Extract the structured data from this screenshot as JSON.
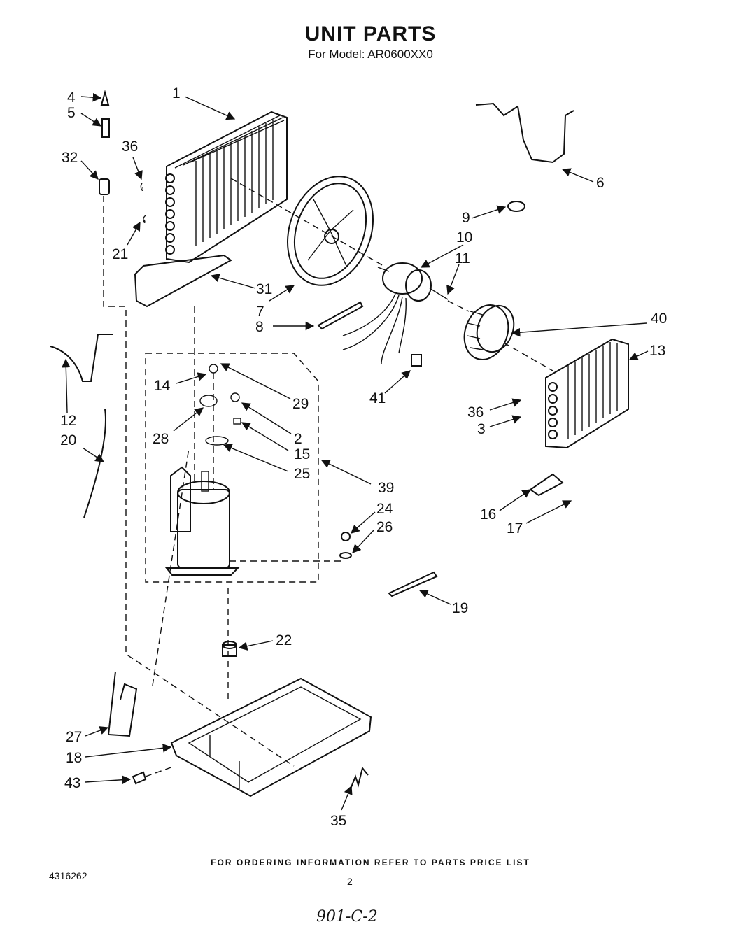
{
  "title": "UNIT PARTS",
  "subtitle": "For Model: AR0600XX0",
  "footer_note": "FOR ORDERING INFORMATION REFER TO PARTS PRICE LIST",
  "document_number": "4316262",
  "page_number": "2",
  "handwritten_note": "901-C-2",
  "callouts": [
    "1",
    "2",
    "3",
    "4",
    "5",
    "6",
    "7",
    "8",
    "9",
    "10",
    "11",
    "12",
    "13",
    "14",
    "15",
    "16",
    "17",
    "18",
    "19",
    "20",
    "21",
    "22",
    "24",
    "25",
    "26",
    "27",
    "28",
    "29",
    "31",
    "32",
    "35",
    "36",
    "36",
    "39",
    "40",
    "41",
    "43"
  ]
}
